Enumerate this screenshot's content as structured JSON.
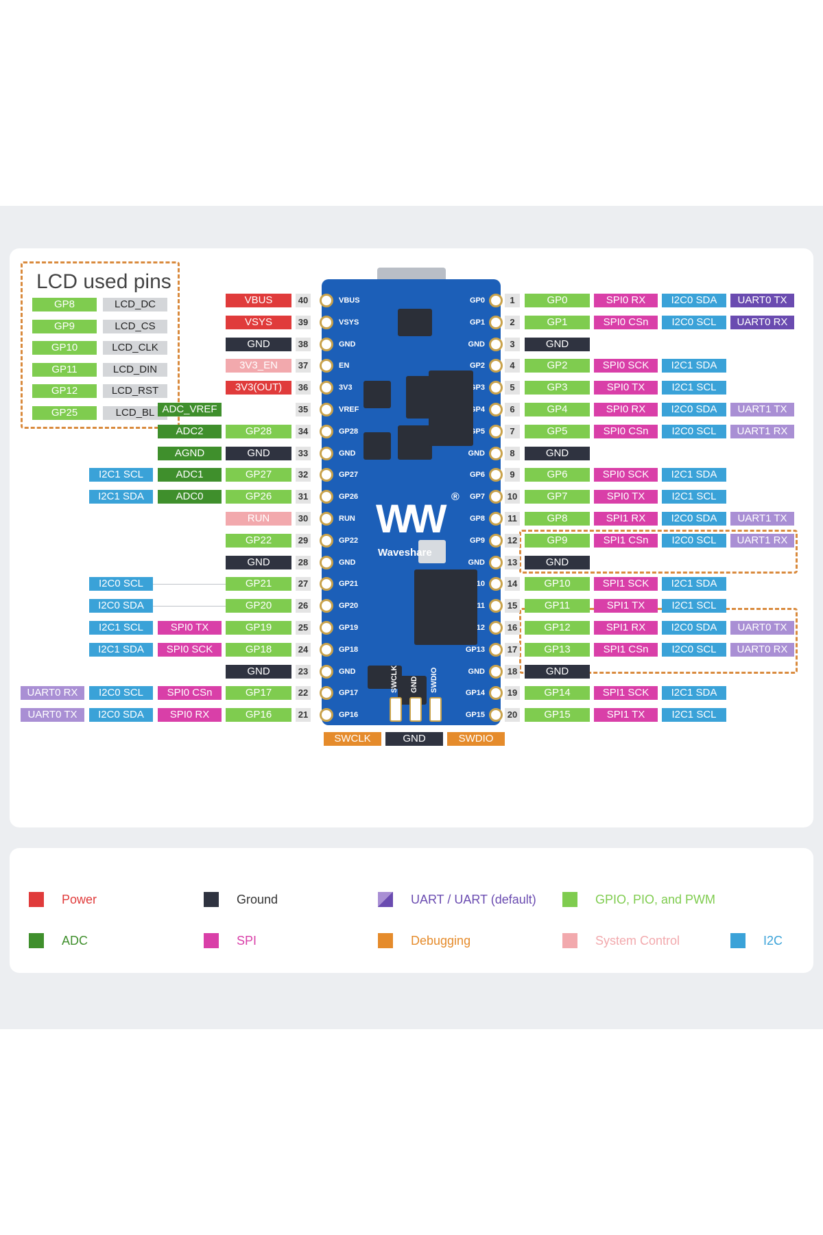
{
  "colors": {
    "power": "#e03b3b",
    "ground": "#2f3340",
    "uart": "#6a4bb0",
    "uart_light": "#a98fd4",
    "gpio": "#7fcc4f",
    "adc": "#3f8f2c",
    "spi": "#d93fa8",
    "debug": "#e58b2b",
    "sysctl": "#f2a9ad",
    "i2c": "#3aa2d8",
    "lcd_gray": "#d4d6d9"
  },
  "lcd": {
    "title": "LCD used pins",
    "rows": [
      {
        "gpio": "GP8",
        "fn": "LCD_DC"
      },
      {
        "gpio": "GP9",
        "fn": "LCD_CS"
      },
      {
        "gpio": "GP10",
        "fn": "LCD_CLK"
      },
      {
        "gpio": "GP11",
        "fn": "LCD_DIN"
      },
      {
        "gpio": "GP12",
        "fn": "LCD_RST"
      },
      {
        "gpio": "GP25",
        "fn": "LCD_BL"
      }
    ]
  },
  "left_pins": [
    {
      "num": "40",
      "labels": [
        {
          "t": "VBUS",
          "c": "power"
        }
      ]
    },
    {
      "num": "39",
      "labels": [
        {
          "t": "VSYS",
          "c": "power"
        }
      ]
    },
    {
      "num": "38",
      "labels": [
        {
          "t": "GND",
          "c": "ground"
        }
      ]
    },
    {
      "num": "37",
      "labels": [
        {
          "t": "3V3_EN",
          "c": "sysctl"
        }
      ]
    },
    {
      "num": "36",
      "labels": [
        {
          "t": "3V3(OUT)",
          "c": "power"
        }
      ]
    },
    {
      "num": "35",
      "labels": [
        {
          "t": "",
          "c": ""
        },
        {
          "t": "ADC_VREF",
          "c": "adc"
        }
      ]
    },
    {
      "num": "34",
      "labels": [
        {
          "t": "GP28",
          "c": "gpio"
        },
        {
          "t": "ADC2",
          "c": "adc"
        }
      ]
    },
    {
      "num": "33",
      "labels": [
        {
          "t": "GND",
          "c": "ground"
        },
        {
          "t": "AGND",
          "c": "adc"
        }
      ]
    },
    {
      "num": "32",
      "labels": [
        {
          "t": "GP27",
          "c": "gpio"
        },
        {
          "t": "ADC1",
          "c": "adc"
        },
        {
          "t": "I2C1 SCL",
          "c": "i2c"
        }
      ]
    },
    {
      "num": "31",
      "labels": [
        {
          "t": "GP26",
          "c": "gpio"
        },
        {
          "t": "ADC0",
          "c": "adc"
        },
        {
          "t": "I2C1 SDA",
          "c": "i2c"
        }
      ]
    },
    {
      "num": "30",
      "labels": [
        {
          "t": "RUN",
          "c": "sysctl"
        }
      ]
    },
    {
      "num": "29",
      "labels": [
        {
          "t": "GP22",
          "c": "gpio"
        }
      ]
    },
    {
      "num": "28",
      "labels": [
        {
          "t": "GND",
          "c": "ground"
        }
      ]
    },
    {
      "num": "27",
      "labels": [
        {
          "t": "GP21",
          "c": "gpio"
        },
        {
          "t": "",
          "c": ""
        },
        {
          "t": "I2C0 SCL",
          "c": "i2c"
        }
      ]
    },
    {
      "num": "26",
      "labels": [
        {
          "t": "GP20",
          "c": "gpio"
        },
        {
          "t": "",
          "c": ""
        },
        {
          "t": "I2C0 SDA",
          "c": "i2c"
        }
      ]
    },
    {
      "num": "25",
      "labels": [
        {
          "t": "GP19",
          "c": "gpio"
        },
        {
          "t": "SPI0 TX",
          "c": "spi"
        },
        {
          "t": "I2C1 SCL",
          "c": "i2c"
        }
      ]
    },
    {
      "num": "24",
      "labels": [
        {
          "t": "GP18",
          "c": "gpio"
        },
        {
          "t": "SPI0 SCK",
          "c": "spi"
        },
        {
          "t": "I2C1 SDA",
          "c": "i2c"
        }
      ]
    },
    {
      "num": "23",
      "labels": [
        {
          "t": "GND",
          "c": "ground"
        }
      ]
    },
    {
      "num": "22",
      "labels": [
        {
          "t": "GP17",
          "c": "gpio"
        },
        {
          "t": "SPI0 CSn",
          "c": "spi"
        },
        {
          "t": "I2C0 SCL",
          "c": "i2c"
        },
        {
          "t": "UART0 RX",
          "c": "uart_light"
        }
      ]
    },
    {
      "num": "21",
      "labels": [
        {
          "t": "GP16",
          "c": "gpio"
        },
        {
          "t": "SPI0 RX",
          "c": "spi"
        },
        {
          "t": "I2C0 SDA",
          "c": "i2c"
        },
        {
          "t": "UART0 TX",
          "c": "uart_light"
        }
      ]
    }
  ],
  "right_pins": [
    {
      "num": "1",
      "labels": [
        {
          "t": "GP0",
          "c": "gpio"
        },
        {
          "t": "SPI0 RX",
          "c": "spi"
        },
        {
          "t": "I2C0 SDA",
          "c": "i2c"
        },
        {
          "t": "UART0 TX",
          "c": "uart"
        }
      ]
    },
    {
      "num": "2",
      "labels": [
        {
          "t": "GP1",
          "c": "gpio"
        },
        {
          "t": "SPI0 CSn",
          "c": "spi"
        },
        {
          "t": "I2C0 SCL",
          "c": "i2c"
        },
        {
          "t": "UART0 RX",
          "c": "uart"
        }
      ]
    },
    {
      "num": "3",
      "labels": [
        {
          "t": "GND",
          "c": "ground"
        }
      ]
    },
    {
      "num": "4",
      "labels": [
        {
          "t": "GP2",
          "c": "gpio"
        },
        {
          "t": "SPI0 SCK",
          "c": "spi"
        },
        {
          "t": "I2C1 SDA",
          "c": "i2c"
        }
      ]
    },
    {
      "num": "5",
      "labels": [
        {
          "t": "GP3",
          "c": "gpio"
        },
        {
          "t": "SPI0 TX",
          "c": "spi"
        },
        {
          "t": "I2C1 SCL",
          "c": "i2c"
        }
      ]
    },
    {
      "num": "6",
      "labels": [
        {
          "t": "GP4",
          "c": "gpio"
        },
        {
          "t": "SPI0 RX",
          "c": "spi"
        },
        {
          "t": "I2C0 SDA",
          "c": "i2c"
        },
        {
          "t": "UART1 TX",
          "c": "uart_light"
        }
      ]
    },
    {
      "num": "7",
      "labels": [
        {
          "t": "GP5",
          "c": "gpio"
        },
        {
          "t": "SPI0 CSn",
          "c": "spi"
        },
        {
          "t": "I2C0 SCL",
          "c": "i2c"
        },
        {
          "t": "UART1 RX",
          "c": "uart_light"
        }
      ]
    },
    {
      "num": "8",
      "labels": [
        {
          "t": "GND",
          "c": "ground"
        }
      ]
    },
    {
      "num": "9",
      "labels": [
        {
          "t": "GP6",
          "c": "gpio"
        },
        {
          "t": "SPI0 SCK",
          "c": "spi"
        },
        {
          "t": "I2C1 SDA",
          "c": "i2c"
        }
      ]
    },
    {
      "num": "10",
      "labels": [
        {
          "t": "GP7",
          "c": "gpio"
        },
        {
          "t": "SPI0 TX",
          "c": "spi"
        },
        {
          "t": "I2C1 SCL",
          "c": "i2c"
        }
      ]
    },
    {
      "num": "11",
      "labels": [
        {
          "t": "GP8",
          "c": "gpio"
        },
        {
          "t": "SPI1 RX",
          "c": "spi"
        },
        {
          "t": "I2C0 SDA",
          "c": "i2c"
        },
        {
          "t": "UART1 TX",
          "c": "uart_light"
        }
      ]
    },
    {
      "num": "12",
      "labels": [
        {
          "t": "GP9",
          "c": "gpio"
        },
        {
          "t": "SPI1 CSn",
          "c": "spi"
        },
        {
          "t": "I2C0 SCL",
          "c": "i2c"
        },
        {
          "t": "UART1 RX",
          "c": "uart_light"
        }
      ]
    },
    {
      "num": "13",
      "labels": [
        {
          "t": "GND",
          "c": "ground"
        }
      ]
    },
    {
      "num": "14",
      "labels": [
        {
          "t": "GP10",
          "c": "gpio"
        },
        {
          "t": "SPI1 SCK",
          "c": "spi"
        },
        {
          "t": "I2C1 SDA",
          "c": "i2c"
        }
      ]
    },
    {
      "num": "15",
      "labels": [
        {
          "t": "GP11",
          "c": "gpio"
        },
        {
          "t": "SPI1 TX",
          "c": "spi"
        },
        {
          "t": "I2C1 SCL",
          "c": "i2c"
        }
      ]
    },
    {
      "num": "16",
      "labels": [
        {
          "t": "GP12",
          "c": "gpio"
        },
        {
          "t": "SPI1 RX",
          "c": "spi"
        },
        {
          "t": "I2C0 SDA",
          "c": "i2c"
        },
        {
          "t": "UART0 TX",
          "c": "uart_light"
        }
      ]
    },
    {
      "num": "17",
      "labels": [
        {
          "t": "GP13",
          "c": "gpio"
        },
        {
          "t": "SPI1 CSn",
          "c": "spi"
        },
        {
          "t": "I2C0 SCL",
          "c": "i2c"
        },
        {
          "t": "UART0 RX",
          "c": "uart_light"
        }
      ]
    },
    {
      "num": "18",
      "labels": [
        {
          "t": "GND",
          "c": "ground"
        }
      ]
    },
    {
      "num": "19",
      "labels": [
        {
          "t": "GP14",
          "c": "gpio"
        },
        {
          "t": "SPI1 SCK",
          "c": "spi"
        },
        {
          "t": "I2C1 SDA",
          "c": "i2c"
        }
      ]
    },
    {
      "num": "20",
      "labels": [
        {
          "t": "GP15",
          "c": "gpio"
        },
        {
          "t": "SPI1 TX",
          "c": "spi"
        },
        {
          "t": "I2C1 SCL",
          "c": "i2c"
        }
      ]
    }
  ],
  "board": {
    "left_silk": [
      "VBUS",
      "VSYS",
      "GND",
      "EN",
      "3V3",
      "VREF",
      "GP28",
      "GND",
      "GP27",
      "GP26",
      "RUN",
      "GP22",
      "GND",
      "GP21",
      "GP20",
      "GP19",
      "GP18",
      "GND",
      "GP17",
      "GP16"
    ],
    "right_silk": [
      "GP0",
      "GP1",
      "GND",
      "GP2",
      "GP3",
      "GP4",
      "GP5",
      "GND",
      "GP6",
      "GP7",
      "GP8",
      "GP9",
      "GND",
      "GP10",
      "GP11",
      "GP12",
      "GP13",
      "GND",
      "GP14",
      "GP15"
    ],
    "swd_silk": [
      "SWCLK",
      "GND",
      "SWDIO"
    ],
    "logo": "W",
    "brand": "Waveshare",
    "reg": "®"
  },
  "debug_pins": [
    {
      "t": "SWCLK",
      "c": "debug"
    },
    {
      "t": "GND",
      "c": "ground"
    },
    {
      "t": "SWDIO",
      "c": "debug"
    }
  ],
  "legend": [
    {
      "label": "Power",
      "c": "power"
    },
    {
      "label": "Ground",
      "c": "ground"
    },
    {
      "label": "UART / UART (default)",
      "c": "uart"
    },
    {
      "label": "GPIO, PIO, and PWM",
      "c": "gpio"
    },
    {
      "label": "ADC",
      "c": "adc"
    },
    {
      "label": "SPI",
      "c": "spi"
    },
    {
      "label": "Debugging",
      "c": "debug"
    },
    {
      "label": "System Control",
      "c": "sysctl"
    },
    {
      "label": "I2C",
      "c": "i2c"
    }
  ]
}
